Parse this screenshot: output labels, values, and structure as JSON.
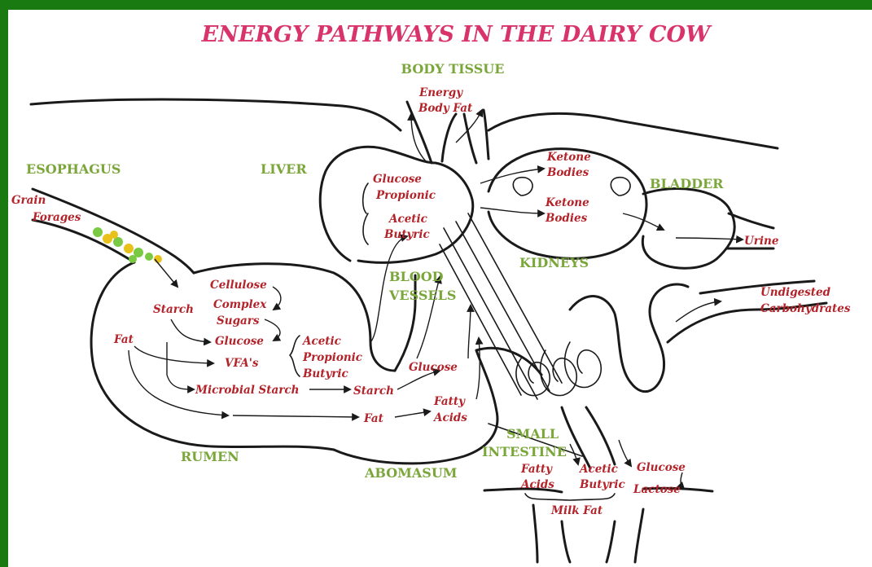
{
  "title": "ENERGY PATHWAYS IN THE DAIRY COW",
  "organs": {
    "body_tissue": "BODY TISSUE",
    "esophagus": "ESOPHAGUS",
    "liver": "LIVER",
    "bladder": "BLADDER",
    "kidneys": "KIDNEYS",
    "blood_1": "BLOOD",
    "blood_2": "VESSELS",
    "rumen": "RUMEN",
    "abomasum": "ABOMASUM",
    "small_1": "SMALL",
    "small_2": "INTESTINE"
  },
  "labels": {
    "grain": "Grain",
    "forages": "Forages",
    "energy": "Energy",
    "body_fat": "Body Fat",
    "liver_glucose": "Glucose",
    "liver_propionic": "Propionic",
    "liver_acetic": "Acetic",
    "liver_butyric": "Butyric",
    "ketone_1a": "Ketone",
    "ketone_1b": "Bodies",
    "ketone_2a": "Ketone",
    "ketone_2b": "Bodies",
    "urine": "Urine",
    "undigested_1": "Undigested",
    "undigested_2": "Carbohydrates",
    "cellulose": "Cellulose",
    "complex": "Complex",
    "sugars": "Sugars",
    "starch": "Starch",
    "rumen_glucose": "Glucose",
    "fat": "Fat",
    "vfas": "VFA's",
    "acetic": "Acetic",
    "propionic": "Propionic",
    "butyric": "Butyric",
    "microbial_starch": "Microbial Starch",
    "starch2": "Starch",
    "abo_glucose": "Glucose",
    "abo_fat": "Fat",
    "fatty_1": "Fatty",
    "fatty_2": "Acids",
    "milk_fatty_1": "Fatty",
    "milk_fatty_2": "Acids",
    "milk_acetic": "Acetic",
    "milk_butyric": "Butyric",
    "milk_glucose": "Glucose",
    "lactose": "Lactose",
    "milk_fat": "Milk Fat"
  },
  "colors": {
    "frame": "#1a7a12",
    "title": "#d8336a",
    "organ": "#7aa63a",
    "label": "#b3232a"
  }
}
